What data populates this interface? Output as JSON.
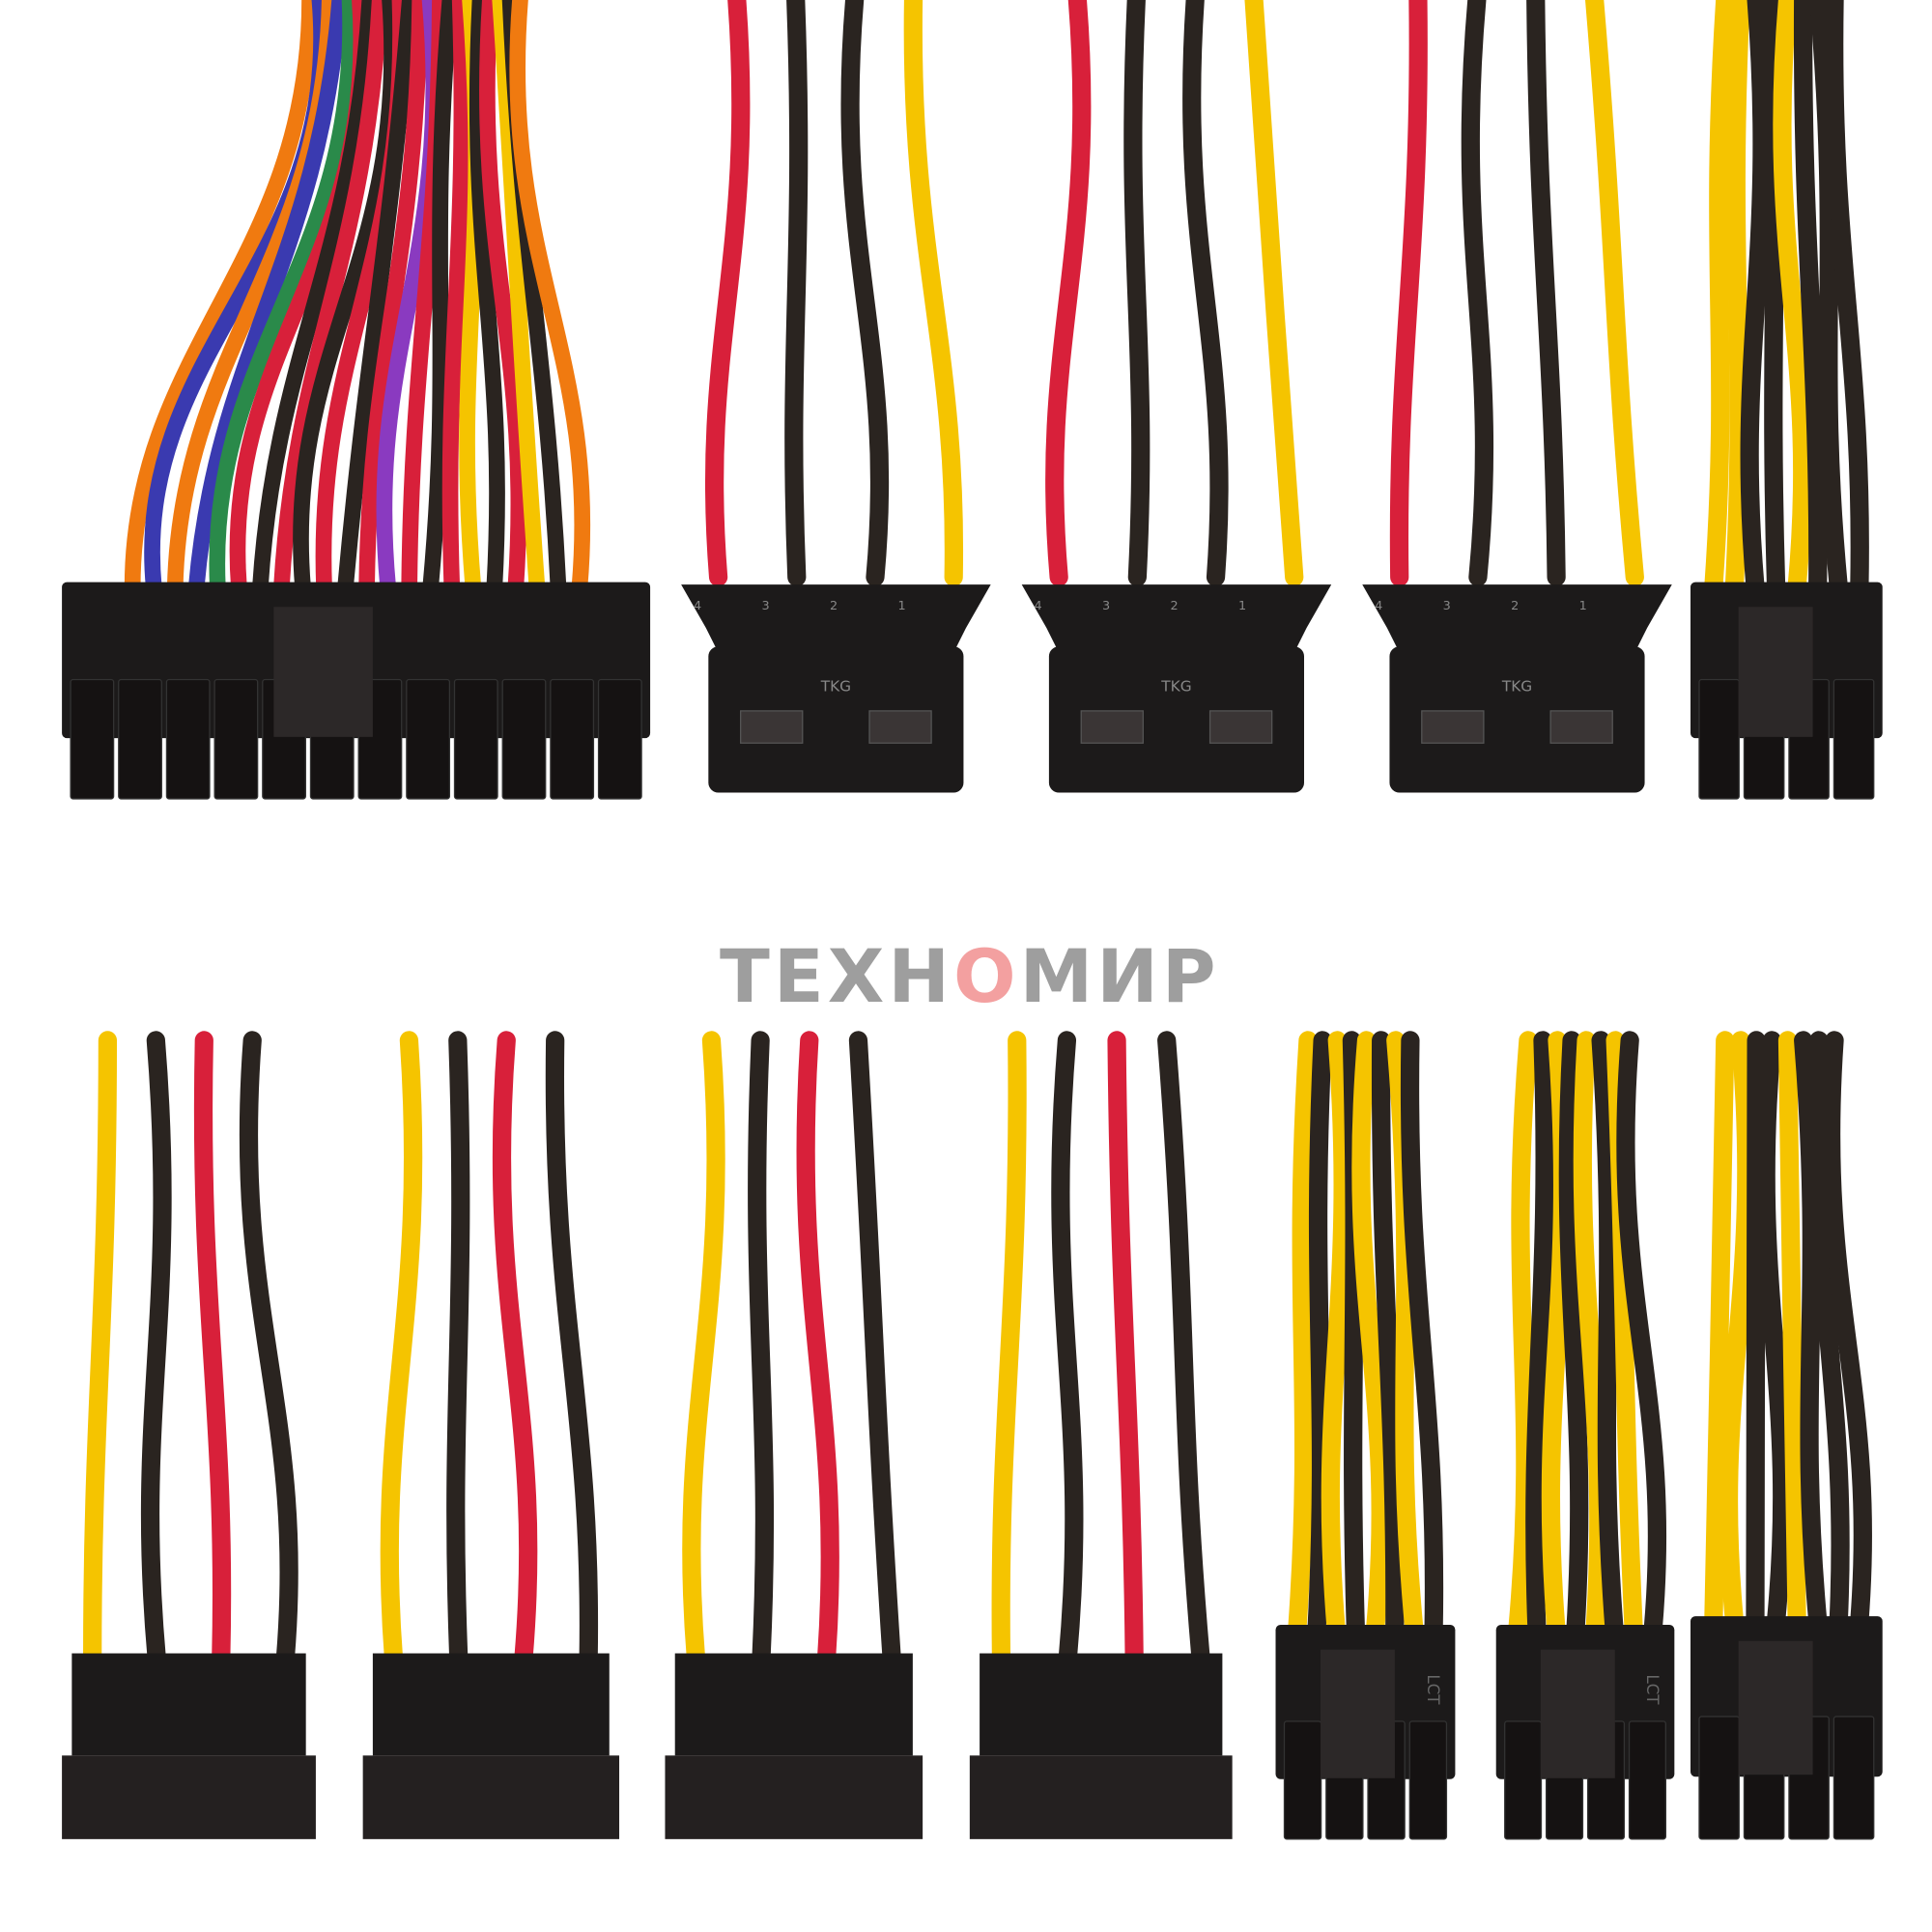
{
  "colors": {
    "background": "#ffffff",
    "connector": "#1c1a1a",
    "red": "#d8203a",
    "black": "#2a2420",
    "yellow": "#f5c400",
    "orange": "#f07a10",
    "blue": "#3a3ab0",
    "green": "#2a8a4a",
    "purple": "#8a3ac0",
    "logo_gray": "#9e9e9e",
    "logo_accent": "#f3a0a0"
  },
  "watermark": {
    "before": "ТЕХН",
    "accent": "О",
    "after": "МИР"
  },
  "connector_markings": {
    "molex_pins": [
      "1",
      "2",
      "3",
      "4"
    ],
    "molex_brand": "TKG",
    "pcie_brand": "LCT"
  },
  "top_row": [
    {
      "type": "atx-24pin",
      "wires": [
        "orange",
        "blue",
        "orange",
        "blue",
        "green",
        "red",
        "black",
        "red",
        "black",
        "red",
        "black",
        "red",
        "purple",
        "red",
        "black",
        "red",
        "yellow",
        "black",
        "red",
        "yellow",
        "black",
        "orange"
      ]
    },
    {
      "type": "molex",
      "wires": [
        "red",
        "black",
        "black",
        "yellow"
      ]
    },
    {
      "type": "molex",
      "wires": [
        "red",
        "black",
        "black",
        "yellow"
      ]
    },
    {
      "type": "molex",
      "wires": [
        "red",
        "black",
        "black",
        "yellow"
      ]
    },
    {
      "type": "eps-8pin",
      "wires": [
        "yellow",
        "yellow",
        "black",
        "black",
        "yellow",
        "black",
        "black",
        "black"
      ]
    }
  ],
  "bottom_row": [
    {
      "type": "sata",
      "wires": [
        "yellow",
        "black",
        "red",
        "black"
      ]
    },
    {
      "type": "sata",
      "wires": [
        "yellow",
        "black",
        "red",
        "black"
      ]
    },
    {
      "type": "sata",
      "wires": [
        "yellow",
        "black",
        "red",
        "black"
      ]
    },
    {
      "type": "sata",
      "wires": [
        "yellow",
        "black",
        "red",
        "black"
      ]
    },
    {
      "type": "pcie-8pin",
      "wires": [
        "yellow",
        "black",
        "yellow",
        "black",
        "yellow",
        "black",
        "yellow",
        "black"
      ]
    },
    {
      "type": "pcie-8pin",
      "wires": [
        "yellow",
        "black",
        "yellow",
        "black",
        "yellow",
        "black",
        "yellow",
        "black"
      ]
    },
    {
      "type": "eps-8pin",
      "wires": [
        "yellow",
        "yellow",
        "black",
        "black",
        "yellow",
        "black",
        "black",
        "black"
      ]
    }
  ]
}
